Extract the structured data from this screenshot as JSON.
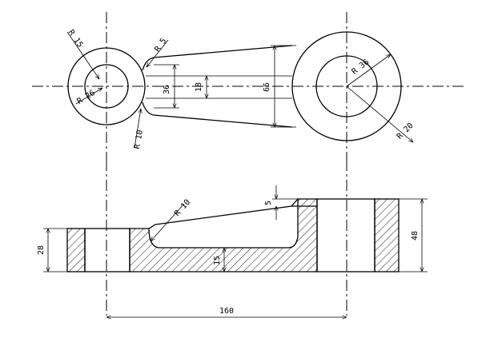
{
  "dimensions": {
    "r5_top": "R 5",
    "r15_left": "R 15",
    "r26": "R 26",
    "r10_left": "R 10",
    "d36": "36",
    "d18": "18",
    "d66": "66",
    "r36": "R 36",
    "r20": "R 20",
    "r10_section": "R 10",
    "d5": "5",
    "d28": "28",
    "d15": "15",
    "d48": "48",
    "d160": "160"
  }
}
